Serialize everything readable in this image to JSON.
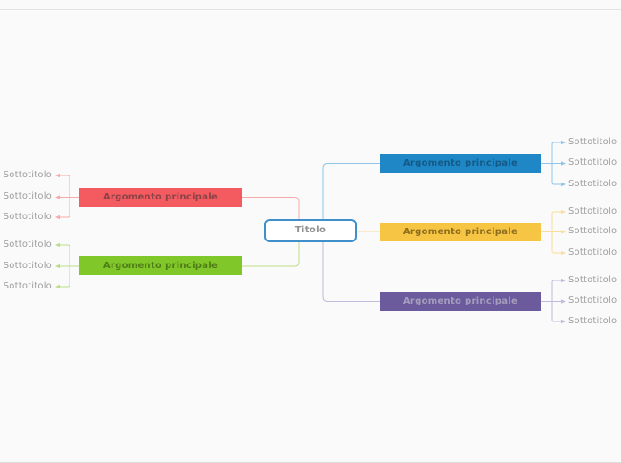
{
  "canvas": {
    "background": "#fafafa",
    "edge_line_color": "#e3e3e3"
  },
  "root": {
    "label": "Titolo",
    "background": "#ffffff",
    "border_color": "#3f90ca",
    "text_color": "#909090"
  },
  "subtopic_text_color": "#9e9e9e",
  "branches": [
    {
      "name": "red",
      "side": "left",
      "label": "Argomento principale",
      "background": "#f45b61",
      "text_color": "#8c4347",
      "line_color": "#f8a9ab",
      "subtopics": [
        "Sottotitolo",
        "Sottotitolo",
        "Sottotitolo"
      ]
    },
    {
      "name": "green",
      "side": "left",
      "label": "Argomento principale",
      "background": "#80c829",
      "text_color": "#507c18",
      "line_color": "#b9df87",
      "subtopics": [
        "Sottotitolo",
        "Sottotitolo",
        "Sottotitolo"
      ]
    },
    {
      "name": "blue",
      "side": "right",
      "label": "Argomento principale",
      "background": "#1f87c5",
      "text_color": "#145a87",
      "line_color": "#90c7e9",
      "subtopics": [
        "Sottotitolo",
        "Sottotitolo",
        "Sottotitolo"
      ]
    },
    {
      "name": "yellow",
      "side": "right",
      "label": "Argomento principale",
      "background": "#f7c544",
      "text_color": "#8d6e1e",
      "line_color": "#fadf9b",
      "subtopics": [
        "Sottotitolo",
        "Sottotitolo",
        "Sottotitolo"
      ]
    },
    {
      "name": "purple",
      "side": "right",
      "label": "Argomento principale",
      "background": "#6b5b9c",
      "text_color": "#a59dbd",
      "line_color": "#c3b9da",
      "subtopics": [
        "Sottotitolo",
        "Sottotitolo",
        "Sottotitolo"
      ]
    }
  ]
}
